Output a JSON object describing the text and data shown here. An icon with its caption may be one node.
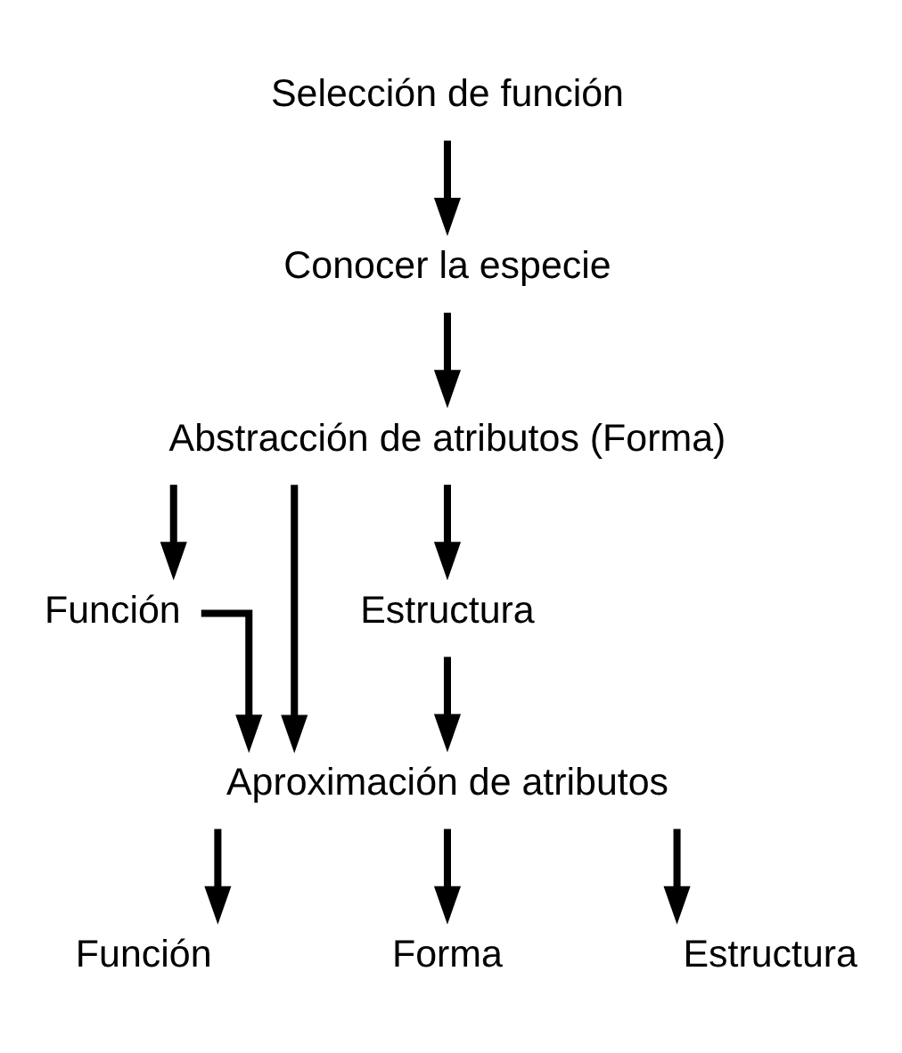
{
  "diagram": {
    "nodes": [
      {
        "text": [
          "Selección de función"
        ]
      },
      {
        "text": [
          "Conocer la especie"
        ]
      },
      {
        "text": [
          "Abstracción de atributos (Forma)"
        ]
      },
      {
        "text": [
          "Función"
        ]
      },
      {
        "text": [
          "Estructura"
        ]
      },
      {
        "text": [
          "Aproximación de atributos"
        ]
      },
      {
        "text": [
          "Función"
        ]
      },
      {
        "text": [
          "Forma"
        ]
      },
      {
        "text": [
          "Estructura"
        ]
      }
    ],
    "edges": [
      {
        "from": 0,
        "to": 1,
        "arrow": "to"
      },
      {
        "from": 1,
        "to": 2,
        "arrow": "to"
      },
      {
        "from": 2,
        "to": 3,
        "arrow": "to"
      },
      {
        "from": 2,
        "to": 4,
        "arrow": "to"
      },
      {
        "from": 2,
        "to": 5,
        "arrow": "to"
      },
      {
        "from": 3,
        "to": 5,
        "arrow": "to"
      },
      {
        "from": 4,
        "to": 5,
        "arrow": "to"
      },
      {
        "from": 5,
        "to": 6,
        "arrow": "to"
      },
      {
        "from": 5,
        "to": 7,
        "arrow": "to"
      },
      {
        "from": 5,
        "to": 8,
        "arrow": "to"
      }
    ]
  }
}
